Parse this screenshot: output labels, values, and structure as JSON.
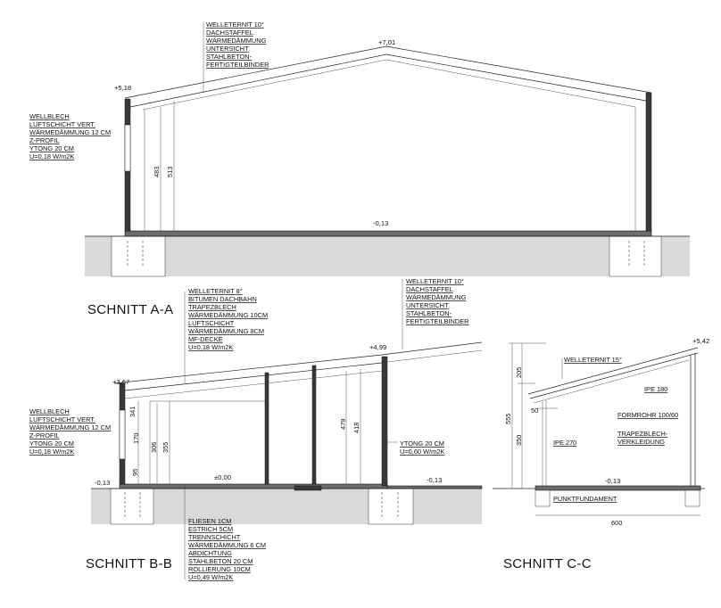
{
  "schnitt_aa": {
    "title": "SCHNITT A-A",
    "roof_note": [
      "WELLETERNIT 10°",
      "DACHSTAFFEL",
      "WÄRMEDÄMMUNG",
      "UNTERSICHT",
      "STAHLBETON-",
      "FERTIGTEILBINDER"
    ],
    "wall_note": [
      "WELLBLECH",
      "LUFTSCHICHT VERT.",
      "WÄRMEDÄMMUNG 12 CM",
      "Z-PROFIL",
      "YTONG 20 CM",
      "U=0,18 W/m2K"
    ],
    "level_ridge": "+7,01",
    "level_eave": "+5,18",
    "level_floor": "-0,13",
    "dim_483": "483",
    "dim_513": "513"
  },
  "schnitt_bb": {
    "title": "SCHNITT B-B",
    "roof_note": [
      "WELLETERNIT 8°",
      "BITUMEN DACHBAHN",
      "TRAPEZBLECH",
      "WÄRMEDÄMMUNG 10CM",
      "LUFTSCHICHT",
      "WÄRMEDÄMMUNG 8CM",
      "MF-DECKE",
      "U=0,18 W/m2K"
    ],
    "roof_note_right": [
      "WELLETERNIT 10°",
      "DACHSTAFFEL",
      "WÄRMEDÄMMUNG",
      "UNTERSICHT",
      "STAHLBETON-",
      "FERTIGTEILBINDER"
    ],
    "wall_note": [
      "WELLBLECH",
      "LUFTSCHICHT VERT.",
      "WÄRMEDÄMMUNG 12 CM",
      "Z-PROFIL",
      "YTONG 20 CM",
      "U=0,18 W/m2K"
    ],
    "floor_note": [
      "FLIESEN 1CM",
      "ESTRICH 5CM",
      "TRENNSCHICHT",
      "WÄRMEDÄMMUNG 6 CM",
      "ABDICHTUNG",
      "STAHLBETON 20 CM",
      "ROLLIERUNG 10CM",
      "U=0,49 W/m2K"
    ],
    "ytong_note": [
      "YTONG 20 CM",
      "U=0,60 W/m2K"
    ],
    "level_left_top": "+3,67",
    "level_right_top": "+4,99",
    "level_left": "-0,13",
    "level_zero": "±0,00",
    "level_right": "-0,13",
    "dims": {
      "d341": "341",
      "d170": "170",
      "d95": "95",
      "d306": "306",
      "d355": "355",
      "d479": "479",
      "d418": "418"
    }
  },
  "schnitt_cc": {
    "title": "SCHNITT C-C",
    "level_top": "+5,42",
    "level_floor": "-0,13",
    "labels": {
      "welleternit": "WELLETERNIT 15°",
      "ipe180": "IPE 180",
      "formrohr": "FORMROHR 100/60",
      "trapez1": "TRAPEZBLECH-",
      "trapez2": "VERKLEIDUNG",
      "ipe270": "IPE 270",
      "punkt": "PUNKTFUNDAMENT"
    },
    "dims": {
      "d205": "205",
      "d555": "555",
      "d50": "50",
      "d350": "350",
      "d600": "600"
    }
  }
}
